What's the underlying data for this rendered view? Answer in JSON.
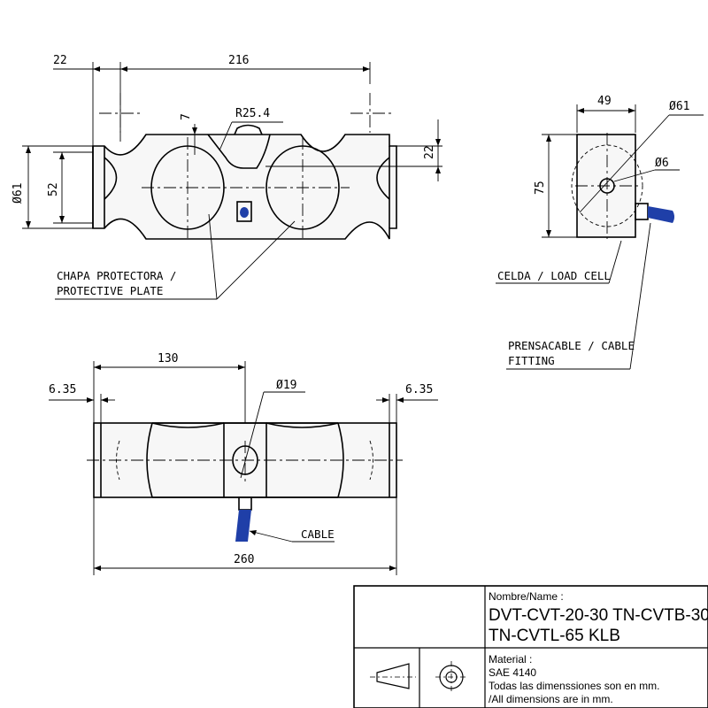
{
  "dimensions": {
    "top_left_offset": "22",
    "top_length": "216",
    "radius": "R25.4",
    "notch_depth": "7",
    "right_height": "22",
    "diameter_left": "Ø61",
    "height_52": "52",
    "side_width": "49",
    "side_diameter": "Ø61",
    "side_hole": "Ø6",
    "side_height": "75",
    "bottom_130": "130",
    "bottom_left_edge": "6.35",
    "bottom_right_edge": "6.35",
    "bottom_hole": "Ø19",
    "bottom_total": "260"
  },
  "labels": {
    "plate_line1": "CHAPA PROTECTORA /",
    "plate_line2": "PROTECTIVE PLATE",
    "load_cell": "CELDA / LOAD CELL",
    "fitting_line1": "PRENSACABLE / CABLE",
    "fitting_line2": "FITTING",
    "cable": "CABLE"
  },
  "title_block": {
    "name_label": "Nombre/Name :",
    "name_line1": "DVT-CVT-20-30 TN-CVTB-30",
    "name_line2": "TN-CVTL-65 KLB",
    "material_label": "Material :",
    "material": "SAE 4140",
    "note_es": "Todas las dimenssiones son en mm.",
    "note_en": "/All dimensions are in mm."
  },
  "colors": {
    "cable": "#1f3fa8",
    "line": "#000000"
  }
}
